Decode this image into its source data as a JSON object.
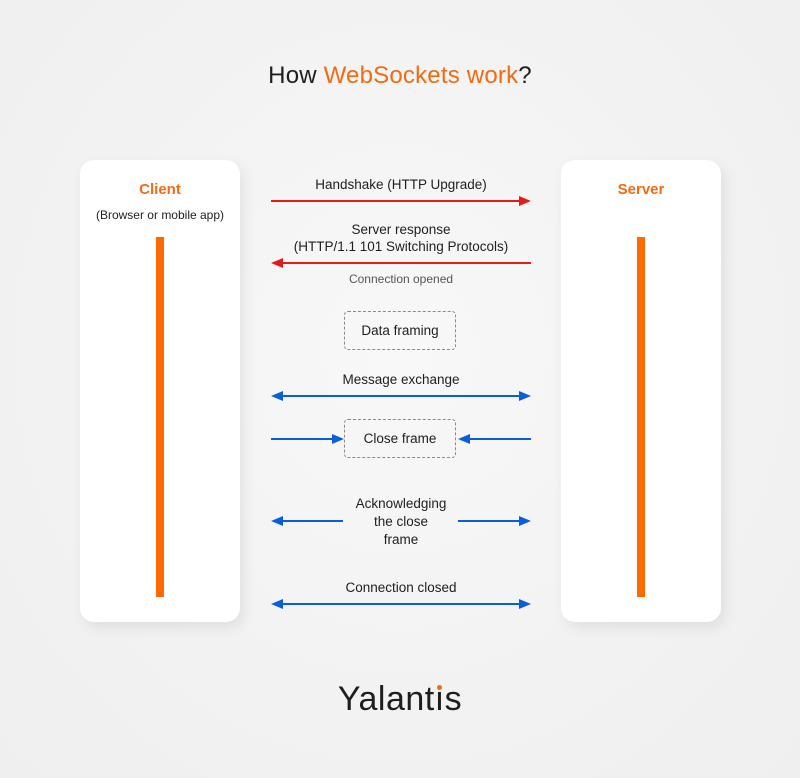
{
  "title": {
    "prefix": "How ",
    "accent": "WebSockets work",
    "suffix": "?"
  },
  "colors": {
    "accent": "#f26b12",
    "lifeline": "#ff6a00",
    "handshake_arrow": "#e31b1b",
    "message_arrow": "#0a5ddc"
  },
  "client": {
    "name": "Client",
    "subtitle": "(Browser or mobile app)"
  },
  "server": {
    "name": "Server"
  },
  "steps": [
    {
      "label": "Handshake (HTTP Upgrade)",
      "direction": "client-to-server",
      "color": "red"
    },
    {
      "label_line1": "Server response",
      "label_line2": "(HTTP/1.1 101 Switching Protocols)",
      "direction": "server-to-client",
      "color": "red",
      "note": "Connection opened"
    },
    {
      "box": "Data framing"
    },
    {
      "label": "Message exchange",
      "direction": "bidirectional",
      "color": "blue"
    },
    {
      "box": "Close frame",
      "direction": "both-inward",
      "color": "blue"
    },
    {
      "label_line1": "Acknowledging",
      "label_line2": "the close",
      "label_line3": "frame",
      "direction": "both-outward",
      "color": "blue"
    },
    {
      "label": "Connection closed",
      "direction": "bidirectional",
      "color": "blue"
    }
  ],
  "logo": {
    "pre": "Yalant",
    "i": "ı",
    "post": "s"
  }
}
